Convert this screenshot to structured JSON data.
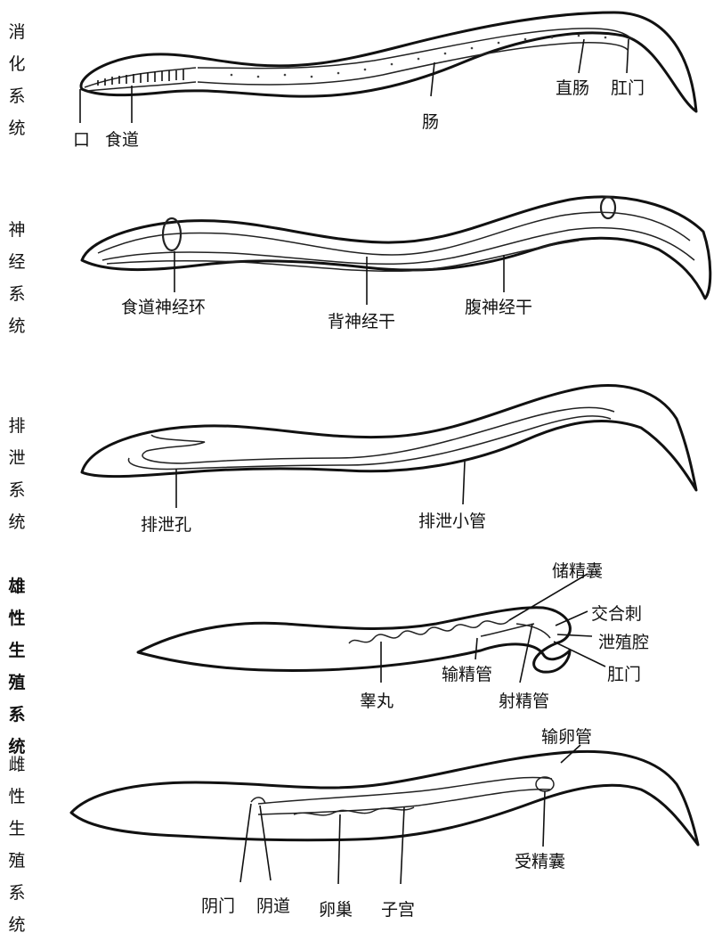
{
  "panels": [
    {
      "title_chars": [
        "消",
        "化",
        "系",
        "统"
      ],
      "labels": {
        "mouth": "口",
        "esophagus": "食道",
        "intestine": "肠",
        "rectum": "直肠",
        "anus": "肛门"
      }
    },
    {
      "title_chars": [
        "神",
        "经",
        "系",
        "统"
      ],
      "labels": {
        "nerve_ring": "食道神经环",
        "dorsal_nerve": "背神经干",
        "ventral_nerve": "腹神经干"
      }
    },
    {
      "title_chars": [
        "排",
        "泄",
        "系",
        "统"
      ],
      "labels": {
        "excretory_pore": "排泄孔",
        "excretory_canal": "排泄小管"
      }
    },
    {
      "title_chars": [
        "雄",
        "性",
        "生",
        "殖",
        "系",
        "统"
      ],
      "labels": {
        "seminal_vesicle": "储精囊",
        "spicule": "交合刺",
        "cloaca": "泄殖腔",
        "anus": "肛门",
        "testis": "睾丸",
        "vas_deferens": "输精管",
        "ejaculatory_duct": "射精管"
      }
    },
    {
      "title_chars": [
        "雌",
        "性",
        "生",
        "殖",
        "系",
        "统"
      ],
      "labels": {
        "oviduct": "输卵管",
        "seminal_receptacle": "受精囊",
        "vulva": "阴门",
        "vagina": "阴道",
        "ovary": "卵巢",
        "uterus": "子宫"
      }
    }
  ]
}
